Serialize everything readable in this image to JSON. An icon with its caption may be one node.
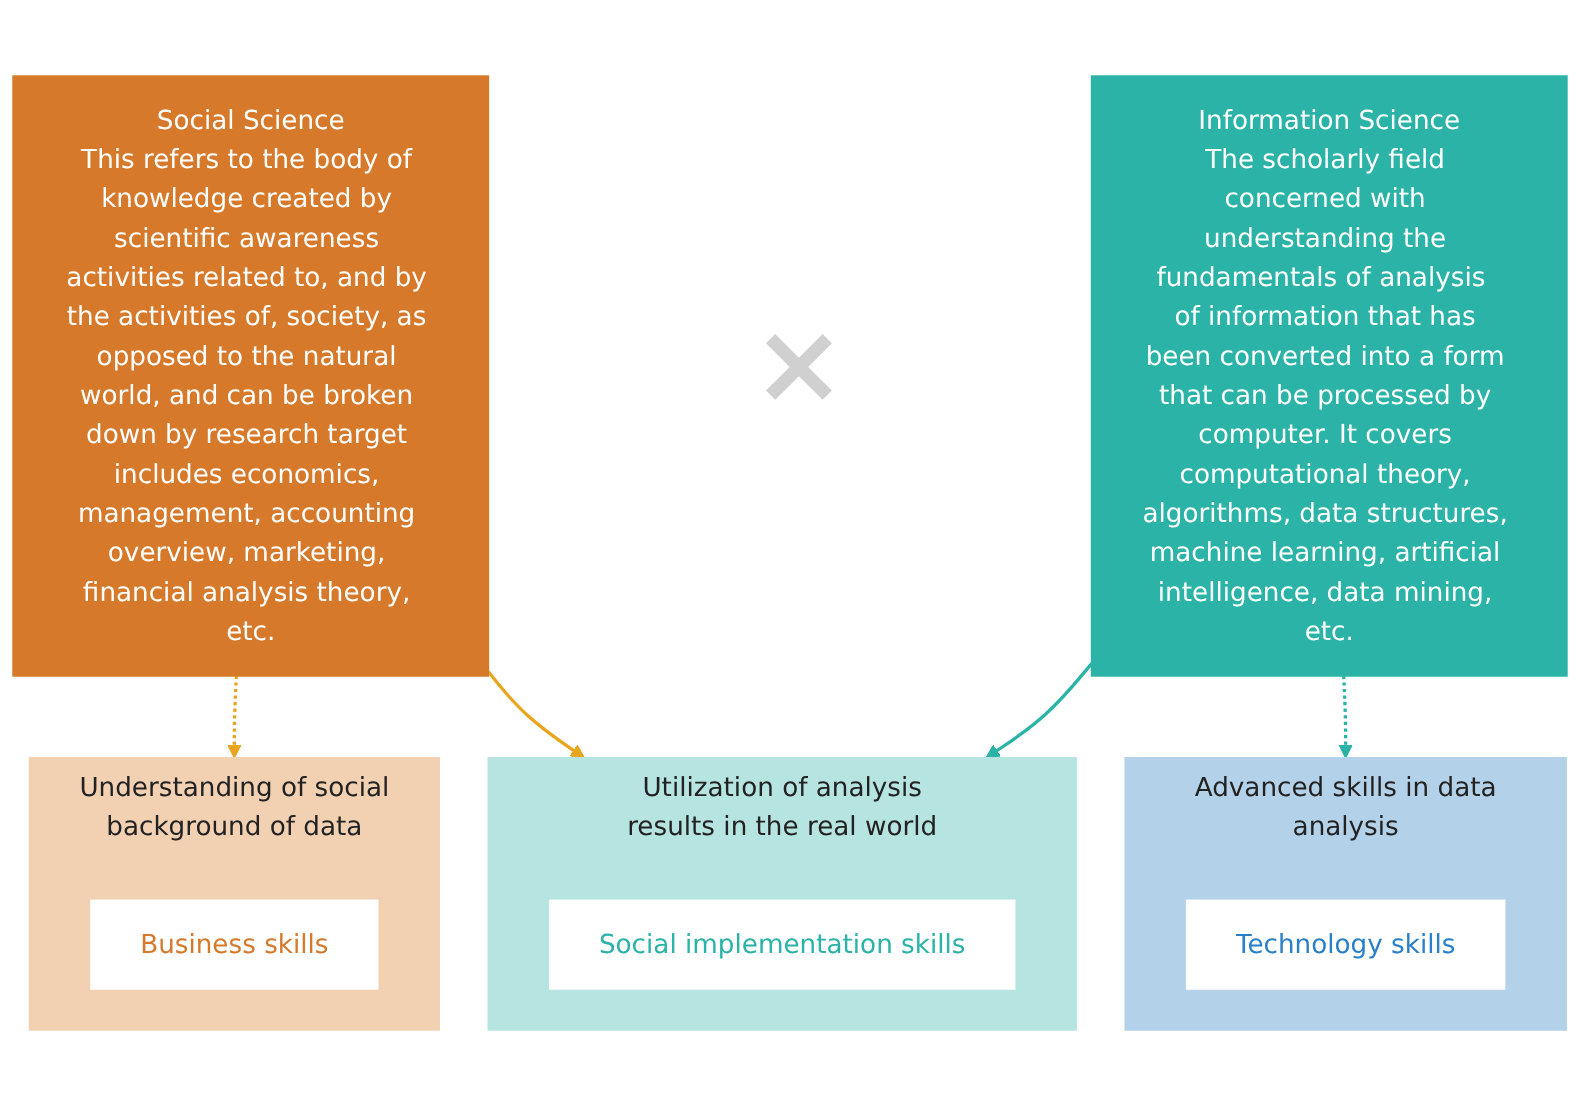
{
  "diagram": {
    "nodes": [
      {
        "text": [
          "Social Science",
          "This refers to the body of knowledge created by scientific awareness activities related to, and by the activities of, society, as opposed to the natural world, and can be broken down by research target includes economics, management, accounting overview, marketing, financial analysis theory, etc."
        ]
      },
      {
        "text": [
          "Information Science",
          "The scholarly field concerned with understanding the fundamentals of analysis  of information that has been converted into a form that can be processed by computer. It covers computational theory, algorithms, data structures, machine learning, artificial intelligence, data mining, etc."
        ]
      },
      {
        "text": [
          "Understanding of social background of data"
        ]
      },
      {
        "text": [
          "Business skills"
        ],
        "in": 2
      },
      {
        "text": [
          "Utilization of analysis results in the real world"
        ]
      },
      {
        "text": [
          "Social implementation skills"
        ],
        "in": 4
      },
      {
        "text": [
          "Advanced skills in data analysis"
        ]
      },
      {
        "text": [
          "Technology skills"
        ],
        "in": 6
      }
    ],
    "edges": [
      {
        "from": 0,
        "to": 2,
        "arrow": "to",
        "style": "dashed",
        "color": "#e8a520"
      },
      {
        "from": 0,
        "to": 4,
        "arrow": "to",
        "color": "#e8a520"
      },
      {
        "from": 1,
        "to": 4,
        "arrow": "to",
        "color": "#2ab3a6"
      },
      {
        "from": 1,
        "to": 6,
        "arrow": "to",
        "style": "dashed",
        "color": "#2ab3a6"
      }
    ],
    "labels": [
      "×"
    ]
  }
}
